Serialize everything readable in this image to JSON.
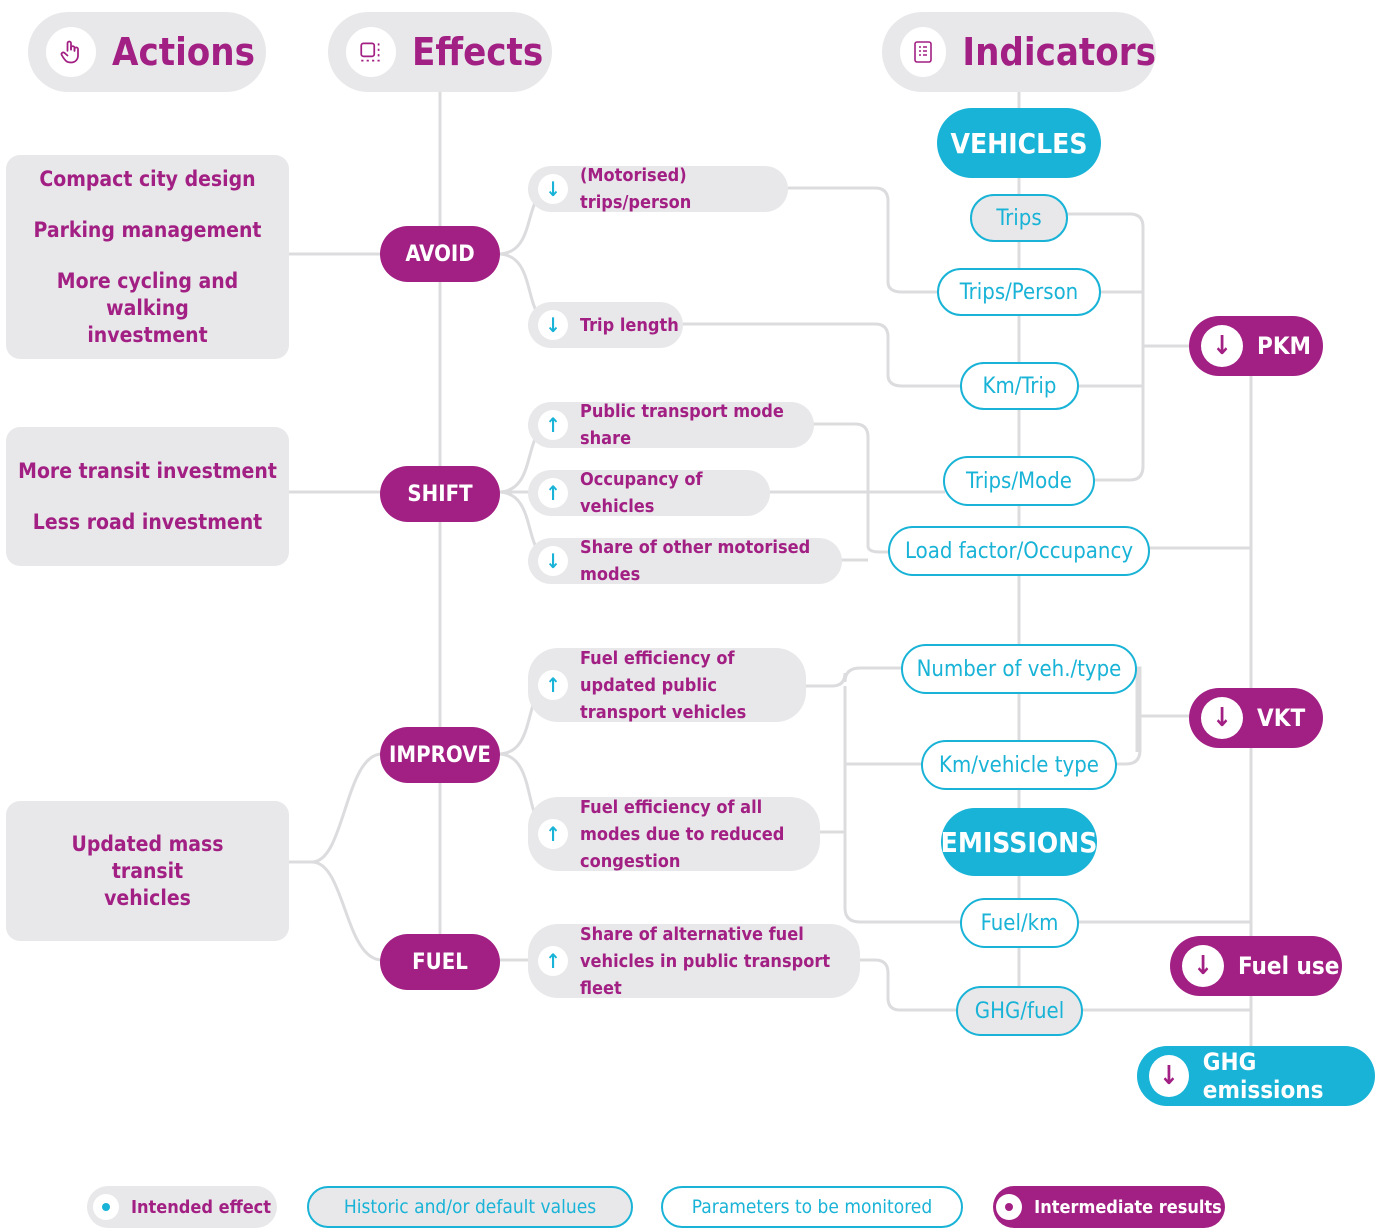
{
  "headers": {
    "actions": "Actions",
    "effects": "Effects",
    "indicators": "Indicators"
  },
  "actions": {
    "group1": [
      "Compact city design",
      "Parking management",
      "More cycling and walking investment"
    ],
    "group2": [
      "More transit investment",
      "Less road investment"
    ],
    "group3": [
      "Updated mass transit vehicles"
    ]
  },
  "strategies": [
    "AVOID",
    "SHIFT",
    "IMPROVE",
    "FUEL"
  ],
  "effects": [
    {
      "arrow": "↓",
      "label": "(Motorised) trips/person"
    },
    {
      "arrow": "↓",
      "label": "Trip length"
    },
    {
      "arrow": "↑",
      "label": "Public transport mode share"
    },
    {
      "arrow": "↑",
      "label": "Occupancy of vehicles"
    },
    {
      "arrow": "↓",
      "label": "Share of other motorised modes"
    },
    {
      "arrow": "↑",
      "label": "Fuel efficiency of updated public transport vehicles"
    },
    {
      "arrow": "↑",
      "label": "Fuel efficiency of all modes due to reduced congestion"
    },
    {
      "arrow": "↑",
      "label": "Share of alternative fuel vehicles in public transport fleet"
    }
  ],
  "sections": {
    "vehicles": "VEHICLES",
    "emissions": "EMISSIONS"
  },
  "indicators": [
    "Trips",
    "Trips/Person",
    "Km/Trip",
    "Trips/Mode",
    "Load factor/Occupancy",
    "Number of veh./type",
    "Km/vehicle type",
    "Fuel/km",
    "GHG/fuel"
  ],
  "results": [
    {
      "arrow": "↓",
      "label": "PKM"
    },
    {
      "arrow": "↓",
      "label": "VKT"
    },
    {
      "arrow": "↓",
      "label": "Fuel use"
    },
    {
      "arrow": "↓",
      "label": "GHG emissions"
    }
  ],
  "legend": {
    "intended": "Intended effect",
    "historic": "Historic and/or default values",
    "monitored": "Parameters to be monitored",
    "intermediate": "Intermediate results"
  },
  "colors": {
    "magenta": "#a21f83",
    "cyan": "#18b3d6",
    "grey": "#e8e8ea",
    "line": "#d9d9dc"
  }
}
